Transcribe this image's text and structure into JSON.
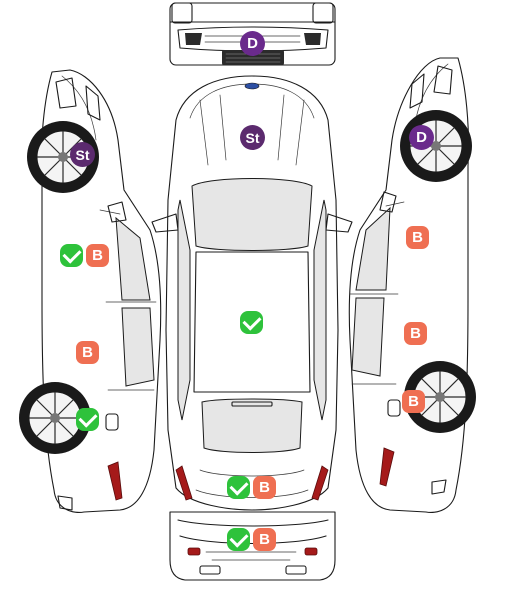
{
  "colors": {
    "ok": "#2ec23b",
    "B": "#ef6f52",
    "D": "#6a2a8c",
    "St": "#5b2a6e",
    "taillight": "#a51a1a"
  },
  "markers": [
    {
      "id": "front-center",
      "items": [
        {
          "type": "D",
          "label": "D"
        }
      ]
    },
    {
      "id": "roof-front",
      "items": [
        {
          "type": "St",
          "label": "St"
        }
      ]
    },
    {
      "id": "left-front-wheel",
      "items": [
        {
          "type": "St",
          "label": "St"
        }
      ]
    },
    {
      "id": "right-front-wheel",
      "items": [
        {
          "type": "D",
          "label": "D"
        }
      ]
    },
    {
      "id": "left-front-door",
      "items": [
        {
          "type": "ok",
          "label": ""
        },
        {
          "type": "B",
          "label": "B"
        }
      ]
    },
    {
      "id": "right-front-door",
      "items": [
        {
          "type": "B",
          "label": "B"
        }
      ]
    },
    {
      "id": "roof-center",
      "items": [
        {
          "type": "ok",
          "label": ""
        }
      ]
    },
    {
      "id": "left-rear-door",
      "items": [
        {
          "type": "B",
          "label": "B"
        }
      ]
    },
    {
      "id": "right-rear-door",
      "items": [
        {
          "type": "B",
          "label": "B"
        }
      ]
    },
    {
      "id": "left-rear-wheel",
      "items": [
        {
          "type": "ok",
          "label": ""
        }
      ]
    },
    {
      "id": "right-rear-wheel",
      "items": [
        {
          "type": "B",
          "label": "B"
        }
      ]
    },
    {
      "id": "trunk",
      "items": [
        {
          "type": "ok",
          "label": ""
        },
        {
          "type": "B",
          "label": "B"
        }
      ]
    },
    {
      "id": "rear-bumper",
      "items": [
        {
          "type": "ok",
          "label": ""
        },
        {
          "type": "B",
          "label": "B"
        }
      ]
    }
  ]
}
